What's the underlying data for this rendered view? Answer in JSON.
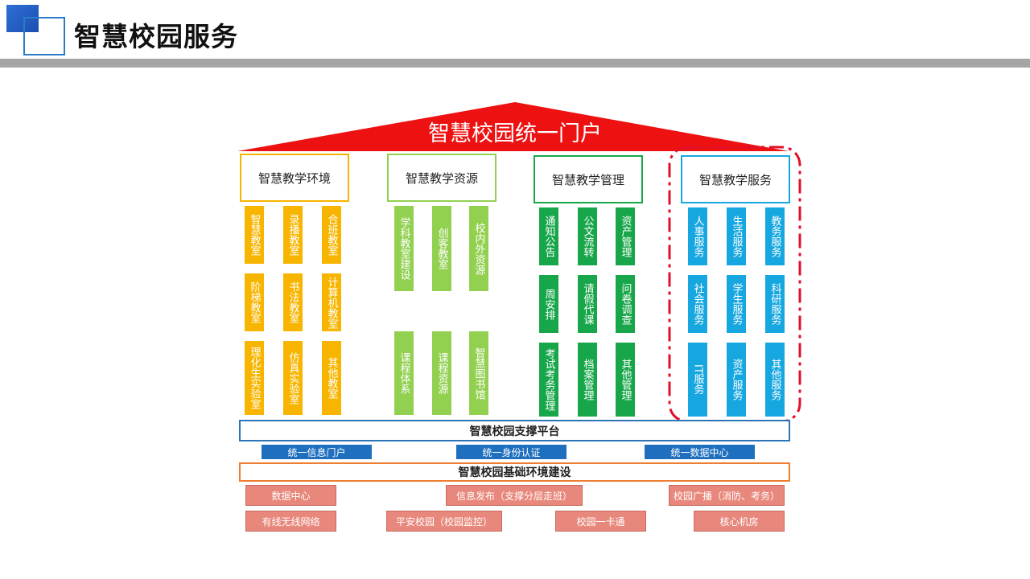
{
  "header": {
    "title": "智慧校园服务"
  },
  "diagram": {
    "roof_label": "智慧校园统一门户",
    "columns": [
      {
        "title": "智慧教学环境",
        "color": "#f7b500",
        "items": [
          "智慧教室",
          "录播教室",
          "合班教室",
          "阶梯教室",
          "书法教室",
          "计算机教室",
          "理化生实验室",
          "仿真实验室",
          "其他教室"
        ]
      },
      {
        "title": "智慧教学资源",
        "color": "#92d050",
        "items": [
          "学科教室建设",
          "创客教室",
          "校内外资源",
          "课程体系",
          "课程资源",
          "智慧图书馆"
        ]
      },
      {
        "title": "智慧教学管理",
        "color": "#17a64a",
        "items": [
          "通知公告",
          "公文流转",
          "资产管理",
          "周安排",
          "请假代课",
          "问卷调查",
          "考试考务管理",
          "档案管理",
          "其他管理"
        ]
      },
      {
        "title": "智慧教学服务",
        "color": "#17a7e0",
        "items": [
          "人事服务",
          "生活服务",
          "教务服务",
          "社会服务",
          "学生服务",
          "科研服务",
          "IT服务",
          "资产服务",
          "其他服务"
        ]
      }
    ],
    "support_platform": {
      "title": "智慧校园支撑平台",
      "items": [
        "统一信息门户",
        "统一身份认证",
        "统一数据中心"
      ]
    },
    "infrastructure": {
      "title": "智慧校园基础环境建设",
      "row1": [
        "数据中心",
        "信息发布（支撑分层走班）",
        "校园广播（消防、考务）"
      ],
      "row2": [
        "有线无线网络",
        "平安校园（校园监控）",
        "校园一卡通",
        "核心机房"
      ]
    },
    "colors": {
      "roof": "#ee1111",
      "support_border": "#2e75b6",
      "support_bars": "#1f6fbf",
      "infra_border": "#ed7d31",
      "infra_items": "#e8877b",
      "highlight": "#e0102a"
    }
  }
}
